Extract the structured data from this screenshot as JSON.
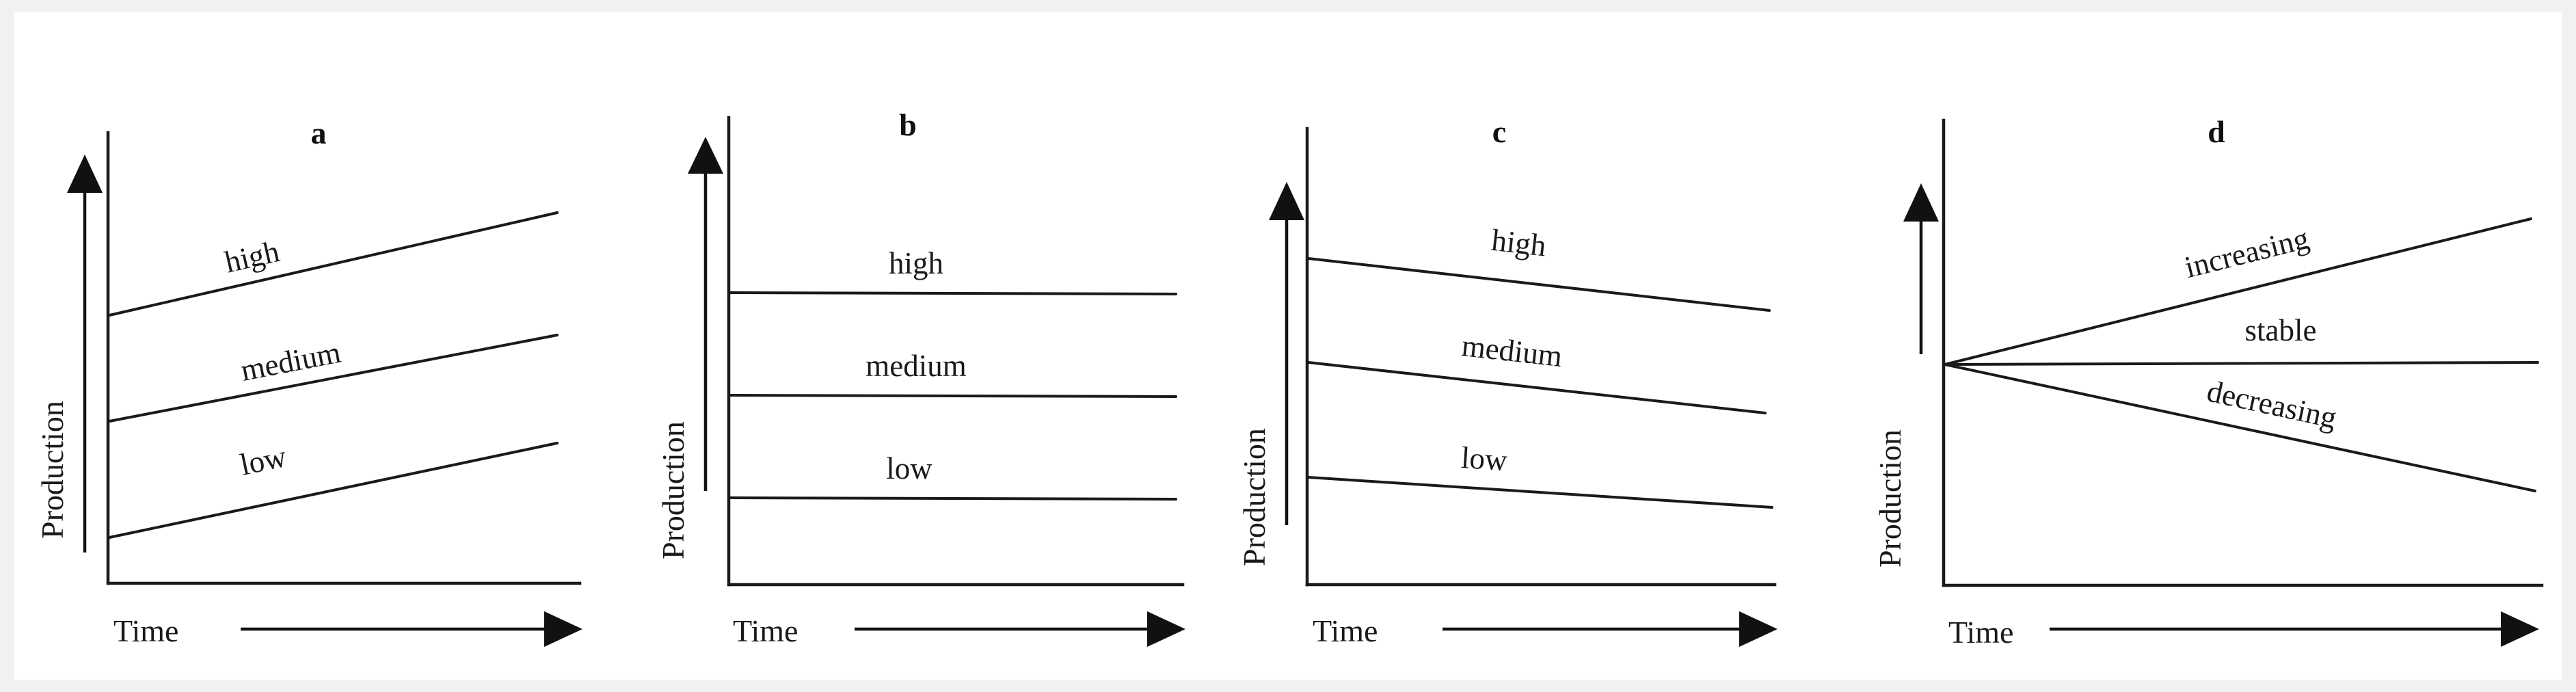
{
  "figure": {
    "background_color": "#f1f1f1",
    "canvas_color": "#ffffff",
    "ink_color": "#1a1a1a",
    "axis_titles": {
      "y": "Production",
      "x": "Time"
    },
    "icons": {
      "y_arrow": "arrow-up-icon",
      "x_arrow": "arrow-right-icon"
    }
  },
  "chart_data": {
    "type": "line",
    "title": "",
    "xlabel": "Time",
    "ylabel": "Production",
    "grid": false,
    "legend": "inline-labels",
    "axis_ticks": "none",
    "x": [
      0,
      1
    ],
    "panels": [
      {
        "letter": "a",
        "trend": "all series increasing",
        "series": [
          {
            "name": "high",
            "values": [
              0.62,
              0.8
            ]
          },
          {
            "name": "medium",
            "values": [
              0.39,
              0.55
            ]
          },
          {
            "name": "low",
            "values": [
              0.14,
              0.31
            ]
          }
        ]
      },
      {
        "letter": "b",
        "trend": "all series stable",
        "series": [
          {
            "name": "high",
            "values": [
              0.68,
              0.68
            ]
          },
          {
            "name": "medium",
            "values": [
              0.45,
              0.45
            ]
          },
          {
            "name": "low",
            "values": [
              0.22,
              0.22
            ]
          }
        ]
      },
      {
        "letter": "c",
        "trend": "all series decreasing",
        "series": [
          {
            "name": "high",
            "values": [
              0.73,
              0.62
            ]
          },
          {
            "name": "medium",
            "values": [
              0.5,
              0.39
            ]
          },
          {
            "name": "low",
            "values": [
              0.25,
              0.18
            ]
          }
        ]
      },
      {
        "letter": "d",
        "trend": "divergent from common origin",
        "series": [
          {
            "name": "increasing",
            "values": [
              0.5,
              0.82
            ]
          },
          {
            "name": "stable",
            "values": [
              0.5,
              0.5
            ]
          },
          {
            "name": "decreasing",
            "values": [
              0.5,
              0.21
            ]
          }
        ]
      }
    ]
  }
}
